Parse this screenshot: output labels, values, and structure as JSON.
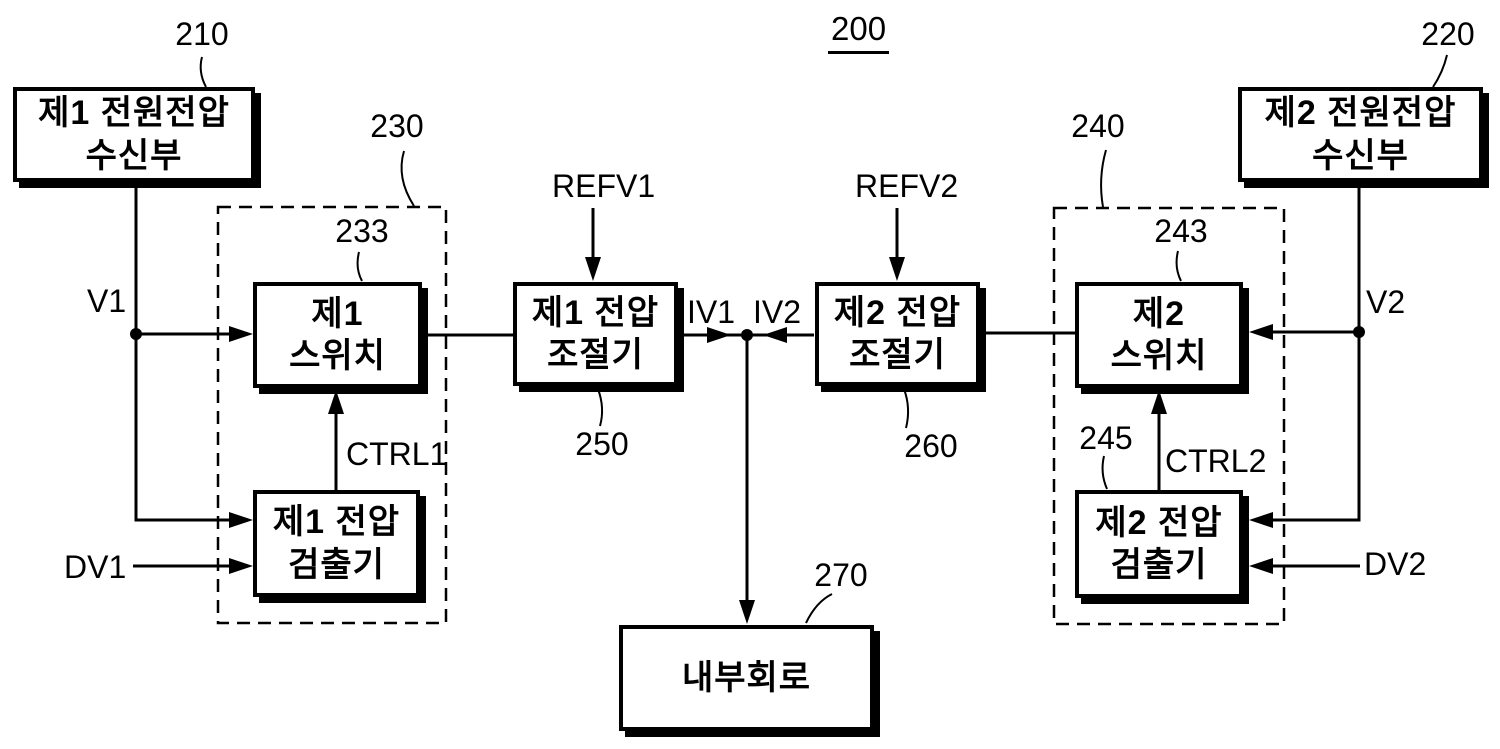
{
  "figure": {
    "number": "200",
    "blocks": {
      "receiver1": {
        "ref": "210",
        "label": "제1 전원전압\n수신부"
      },
      "receiver2": {
        "ref": "220",
        "label": "제2 전원전압\n수신부"
      },
      "switch_group1": {
        "ref": "230"
      },
      "switch_group2": {
        "ref": "240"
      },
      "switch1": {
        "ref": "233",
        "label": "제1\n스위치"
      },
      "switch2": {
        "ref": "243",
        "label": "제2\n스위치"
      },
      "regulator1": {
        "ref": "250",
        "label": "제1 전압\n조절기"
      },
      "regulator2": {
        "ref": "260",
        "label": "제2 전압\n조절기"
      },
      "detector1": {
        "label": "제1 전압\n검출기"
      },
      "detector2": {
        "ref": "245",
        "label": "제2 전압\n검출기"
      },
      "internal_circuit": {
        "ref": "270",
        "label": "내부회로"
      }
    },
    "signals": {
      "v1": "V1",
      "v2": "V2",
      "dv1": "DV1",
      "dv2": "DV2",
      "ctrl1": "CTRL1",
      "ctrl2": "CTRL2",
      "refv1": "REFV1",
      "refv2": "REFV2",
      "iv1": "IV1",
      "iv2": "IV2"
    },
    "colors": {
      "ink": "#000000",
      "paper": "#ffffff"
    }
  }
}
